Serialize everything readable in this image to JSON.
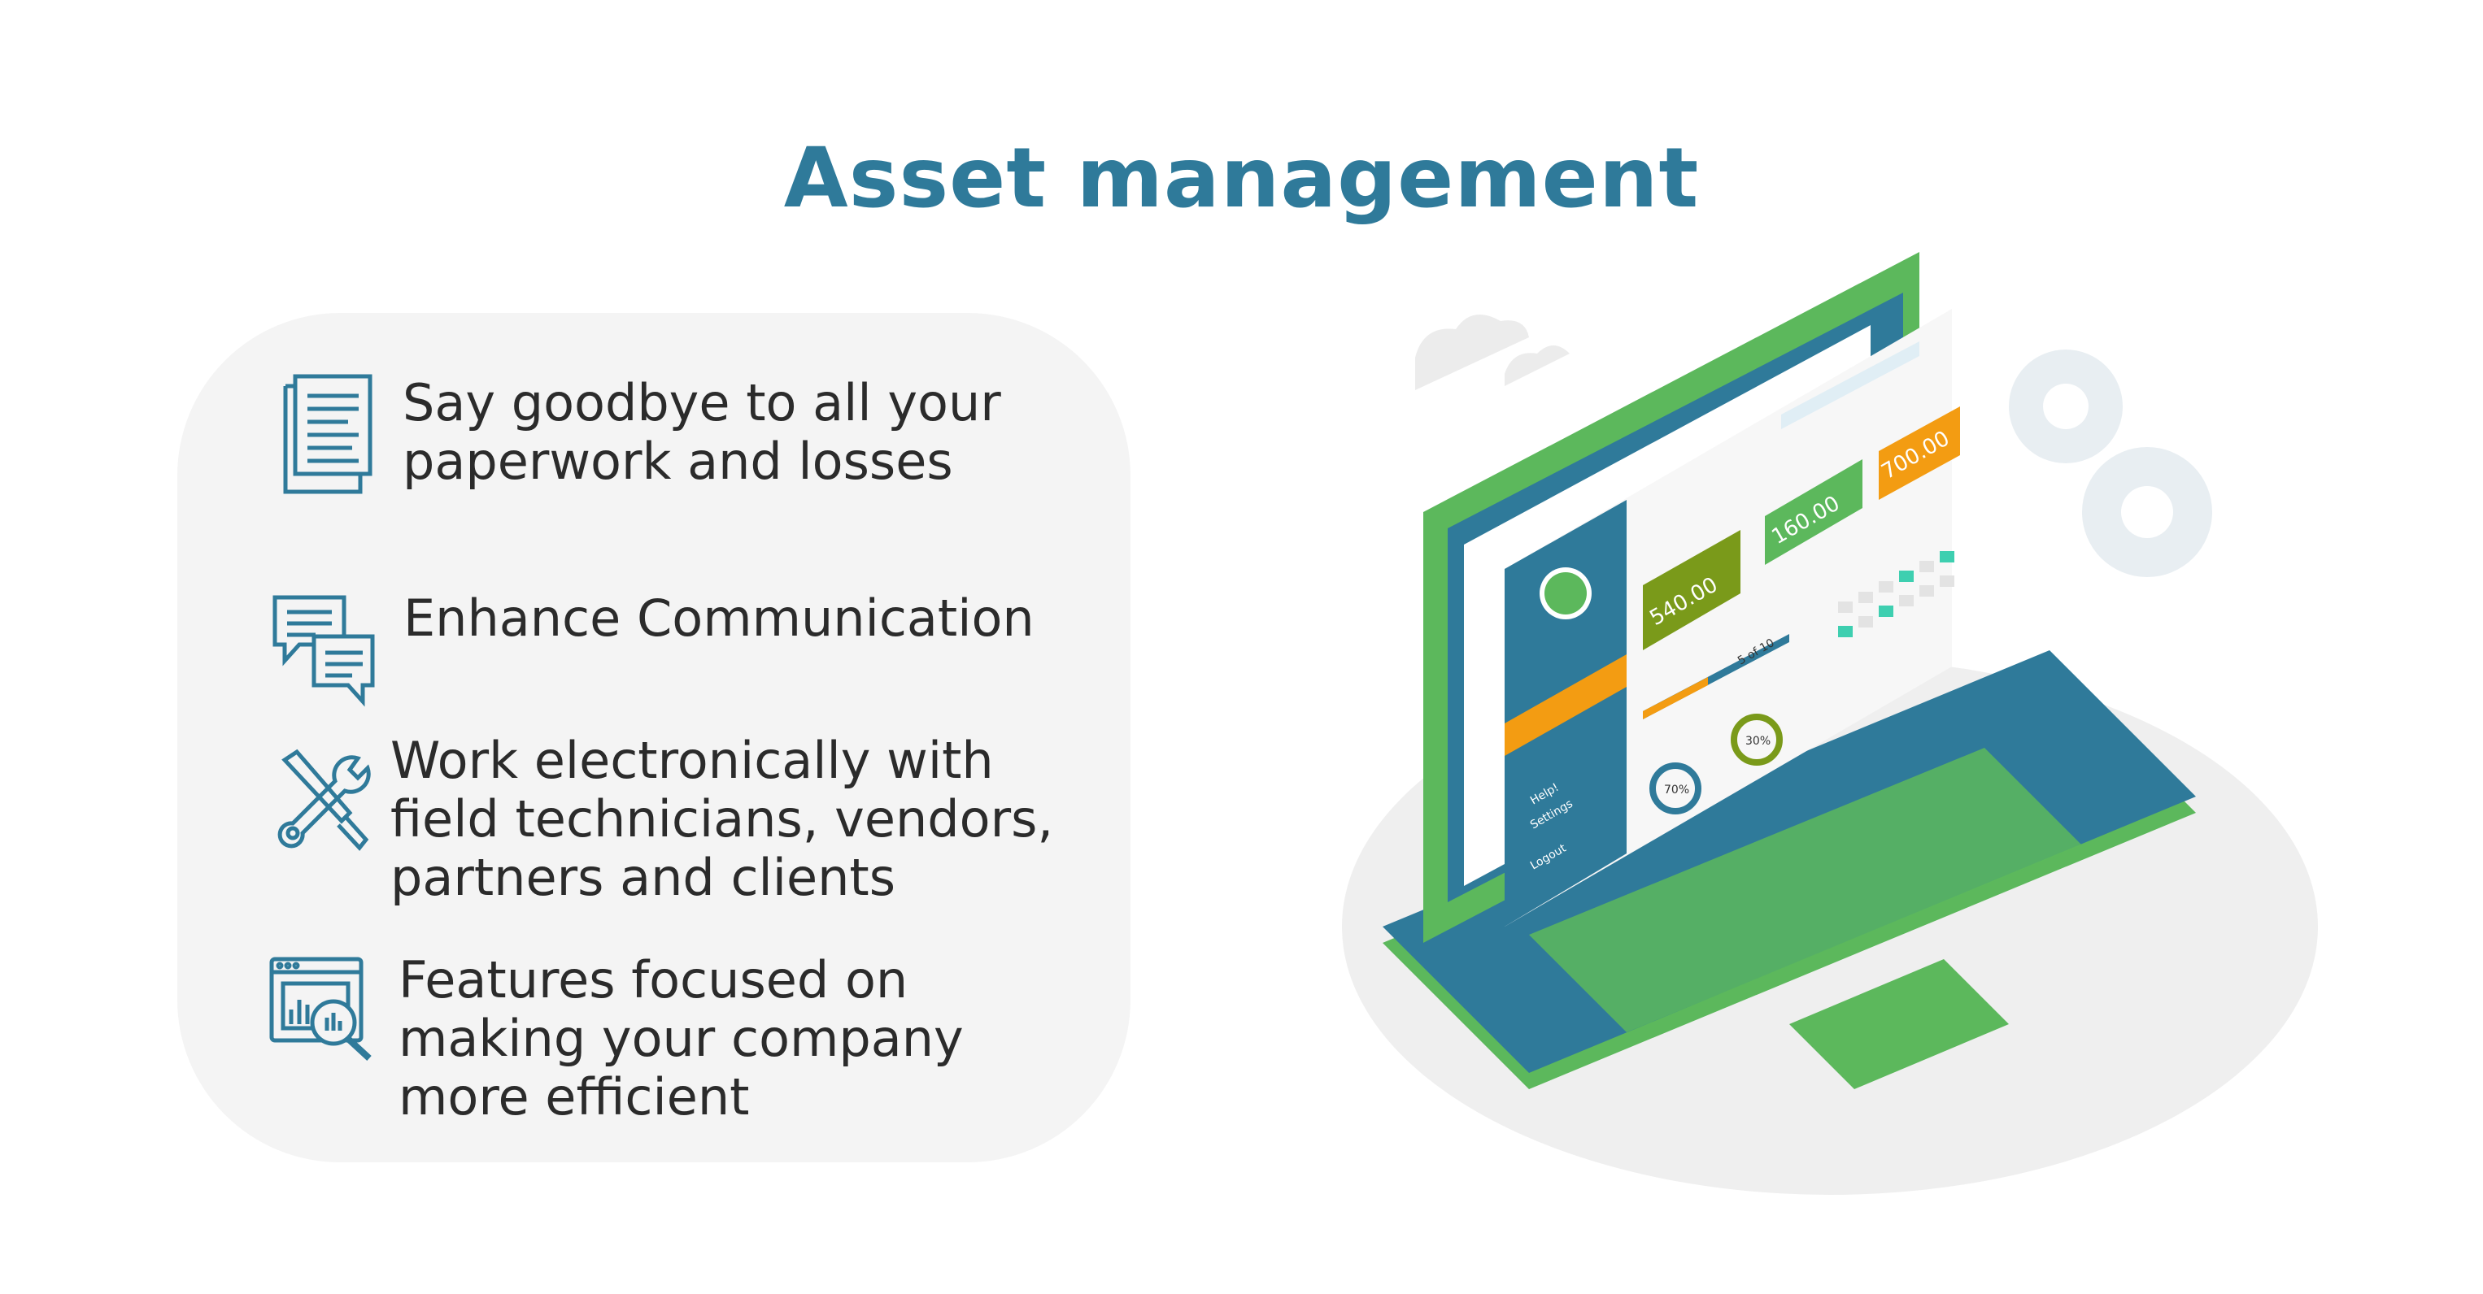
{
  "title": "Asset management",
  "features": [
    {
      "icon": "document-icon",
      "lines": [
        "Say goodbye to all your",
        "paperwork and losses"
      ]
    },
    {
      "icon": "chat-bubbles-icon",
      "lines": [
        "Enhance Communication"
      ]
    },
    {
      "icon": "wrench-screwdriver-icon",
      "lines": [
        "Work electronically with",
        "field technicians, vendors,",
        "partners and clients"
      ]
    },
    {
      "icon": "analytics-magnifier-icon",
      "lines": [
        "Features focused on",
        "making  your company",
        "more efficient"
      ]
    }
  ],
  "laptop_screen": {
    "cards": [
      "540.00",
      "160.00",
      "700.00"
    ],
    "progress_label": "5 of 10",
    "donuts": [
      "70%",
      "30%"
    ],
    "menu": [
      "Help!",
      "Settings",
      "Logout"
    ]
  },
  "colors": {
    "title": "#2f7a9a",
    "icon": "#2f7a9a",
    "green": "#5cb85c",
    "blue": "#2f7a9a",
    "orange": "#f39c12",
    "olive": "#7a9a1a"
  }
}
